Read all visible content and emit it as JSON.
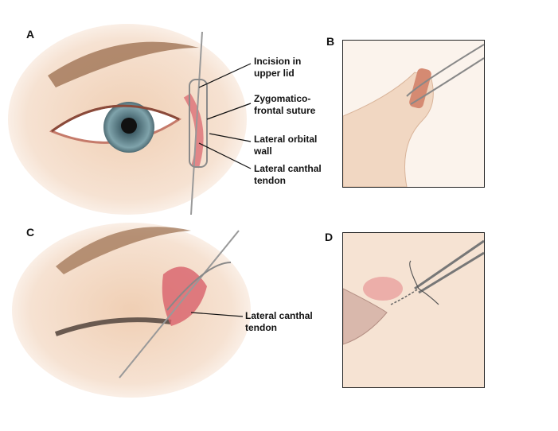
{
  "panels": {
    "a": {
      "letter": "A",
      "labels": [
        {
          "line1": "Incision in",
          "line2": "upper lid"
        },
        {
          "line1": "Zygomatico-",
          "line2": "frontal suture"
        },
        {
          "line1": "Lateral orbital",
          "line2": "wall"
        },
        {
          "line1": "Lateral canthal",
          "line2": "tendon"
        }
      ]
    },
    "b": {
      "letter": "B"
    },
    "c": {
      "letter": "C",
      "labels": [
        {
          "line1": "Lateral canthal",
          "line2": "tendon"
        }
      ]
    },
    "d": {
      "letter": "D"
    }
  },
  "colors": {
    "skin": "#f2d3b8",
    "tissue": "#e07a80",
    "iris": "#6a8f9a",
    "instrument": "#9a9a9a"
  }
}
